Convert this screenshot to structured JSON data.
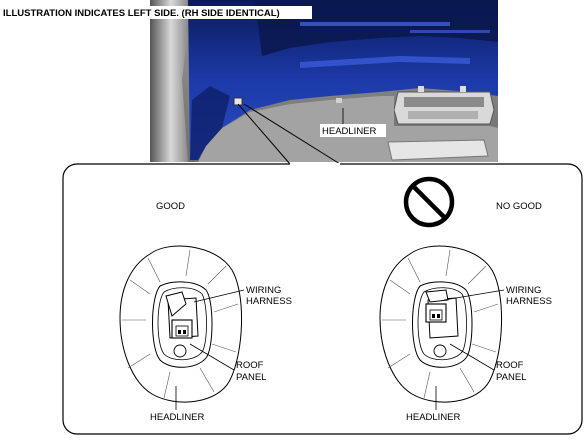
{
  "caption": "ILLUSTRATION INDICATES LEFT SIDE. (RH SIDE IDENTICAL)",
  "top_view": {
    "headliner_label": "HEADLINER"
  },
  "good_panel": {
    "title": "GOOD",
    "wiring_harness_line1": "WIRING",
    "wiring_harness_line2": "HARNESS",
    "roof_panel_line1": "ROOF",
    "roof_panel_line2": "PANEL",
    "headliner_label": "HEADLINER"
  },
  "no_good_panel": {
    "title": "NO GOOD",
    "wiring_harness_line1": "WIRING",
    "wiring_harness_line2": "HARNESS",
    "roof_panel_line1": "ROOF",
    "roof_panel_line2": "PANEL",
    "headliner_label": "HEADLINER"
  },
  "colors": {
    "body_blue": "#1f3fb0",
    "dark_blue": "#0b1f6e",
    "interior_gray": "#8c8c8c",
    "dark_gray": "#3a3a3a",
    "headliner_gray": "#c8c8c8"
  },
  "icons": [
    "prohibited-icon"
  ]
}
